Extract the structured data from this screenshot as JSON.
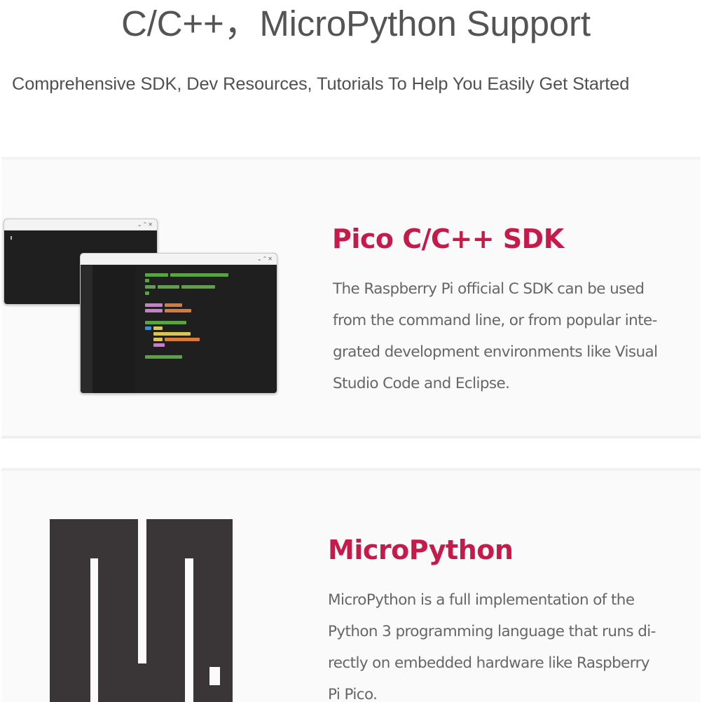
{
  "header": {
    "title": "C/C++，MicroPython Support",
    "subtitle": "Comprehensive SDK, Dev Resources, Tutorials To Help You Easily Get Started"
  },
  "cards": [
    {
      "heading": "Pico C/C++ SDK",
      "body_lines": [
        "The Raspberry Pi official C SDK can be used",
        "from the command line, or from popular inte-",
        "grated development environments like Visual",
        "Studio Code and Eclipse."
      ],
      "illustration": "code-editor-windows",
      "window_controls": [
        "⌄",
        "⌃",
        "✕"
      ]
    },
    {
      "heading": "MicroPython",
      "body_lines": [
        "MicroPython is a full implementation of the",
        "Python 3 programming language that runs di-",
        "rectly on embedded hardware like Raspberry",
        "Pi Pico."
      ],
      "illustration": "micropython-logo"
    }
  ],
  "colors": {
    "heading_accent": "#c51a4a",
    "body_text": "#666666",
    "title_text": "#545454",
    "card_background": "#fafafa",
    "code_green": "#5aa342",
    "code_pink": "#c77fc8",
    "code_orange": "#d77a3e",
    "code_yellow": "#d9c45a",
    "code_blue": "#3d8fd6",
    "logo_dark": "#3a3637"
  }
}
